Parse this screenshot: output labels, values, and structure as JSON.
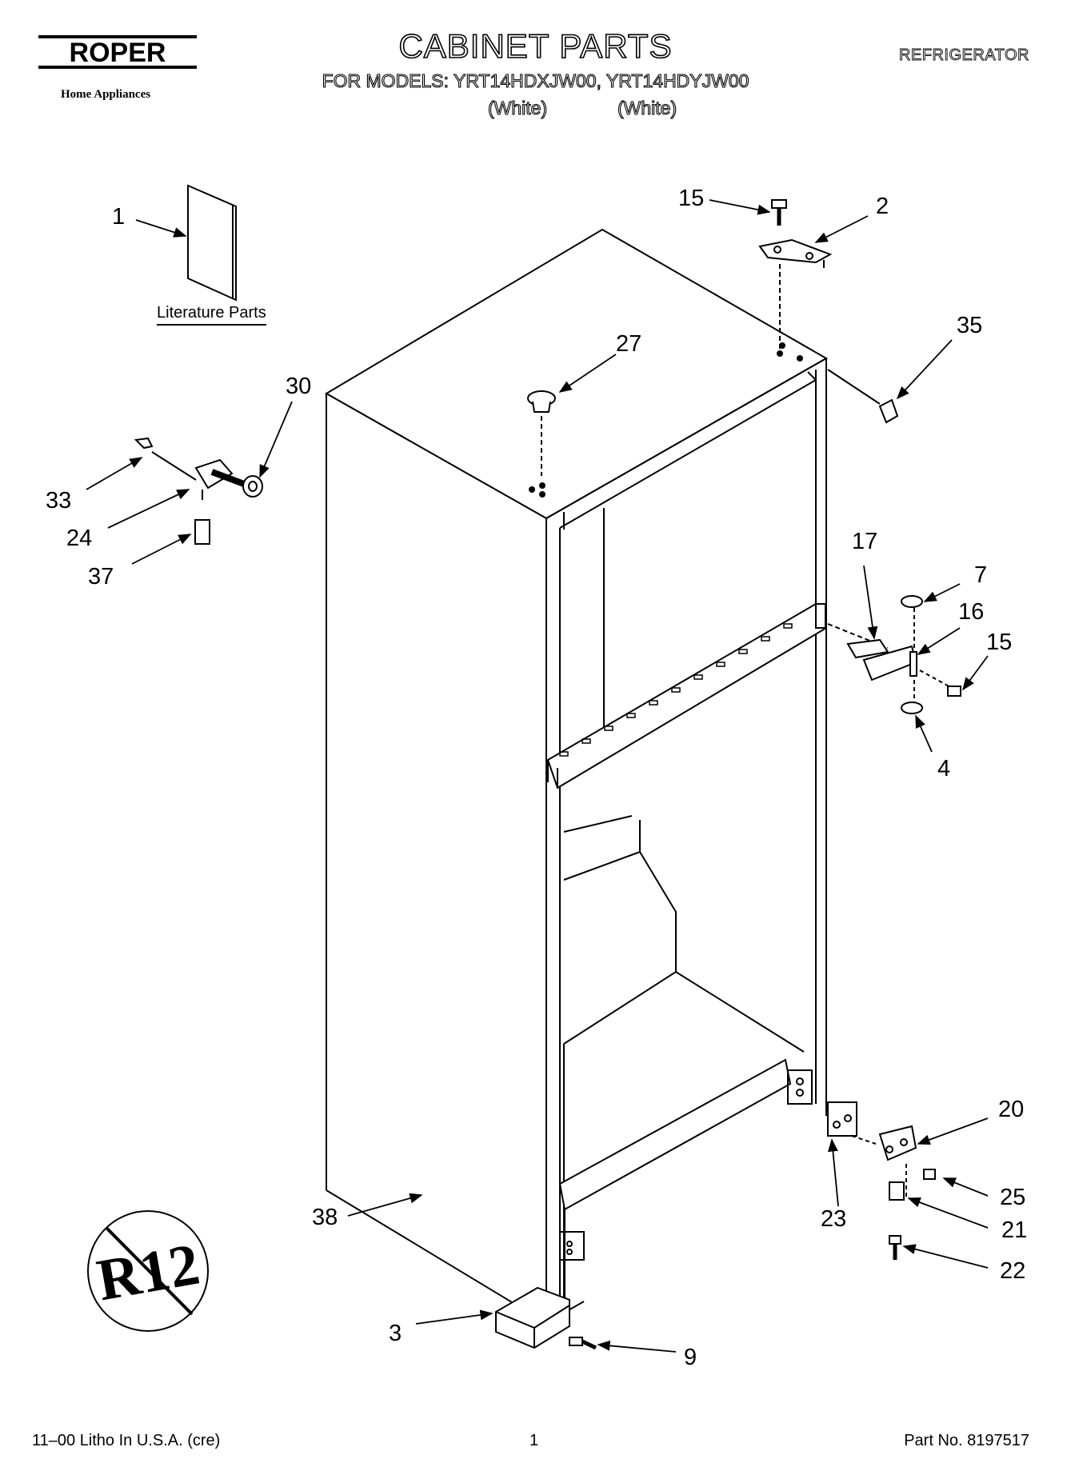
{
  "header": {
    "brand": "ROPER",
    "brand_sub": "Home Appliances",
    "title": "CABINET PARTS",
    "models_line": "FOR MODELS: YRT14HDXJW00, YRT14HDYJW00",
    "color_1": "(White)",
    "color_2": "(White)",
    "category": "REFRIGERATOR"
  },
  "diagram": {
    "literature_label": "Literature Parts",
    "badge_text": "R12",
    "callouts": {
      "c1": "1",
      "c2": "2",
      "c15a": "15",
      "c35": "35",
      "c27": "27",
      "c30": "30",
      "c33": "33",
      "c24": "24",
      "c37": "37",
      "c17": "17",
      "c7": "7",
      "c16": "16",
      "c15b": "15",
      "c4": "4",
      "c20": "20",
      "c25": "25",
      "c21": "21",
      "c22": "22",
      "c23": "23",
      "c38": "38",
      "c3": "3",
      "c9": "9"
    }
  },
  "footer": {
    "left": "11–00 Litho In U.S.A. (cre)",
    "center": "1",
    "right": "Part No. 8197517"
  }
}
